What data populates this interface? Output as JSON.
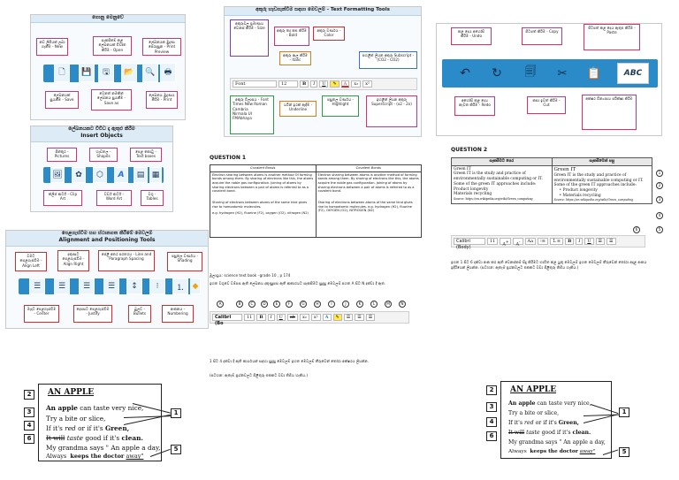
{
  "file_panel": {
    "title": "ගොනු මෙනුවේ",
    "boxes": {
      "new": "නව ලිපියක් ලබා ගැනීම - New",
      "open": "සැකසීමේ කළ ලේඛනයක් විවෘත කිරීම - Open",
      "print_preview": "ලේඛනයක මුද්‍රණ පෙරදසුන - Print Preview",
      "save": "ලේඛනයක් සුරැකීම - Save",
      "save_as": "වෙනත් නමකින් ලේඛනය සුරැකීම - Save as",
      "print": "ලේඛනය මුද්‍රණය කිරීම - Print"
    },
    "icons": [
      "new-file-icon",
      "save-icon",
      "save-as-icon",
      "open-folder-icon",
      "print-preview-icon",
      "print-icon"
    ]
  },
  "text_panel": {
    "title": "අකුරු හැඩගැන්වීම සඳහා මෙවලම් - Text Formatting Tools",
    "boxes": {
      "size": "අකුරුවල ප්‍රමාණය වෙනස් කිරීම - Size",
      "bold": "අකුරු තද කළු කිරීම - Bold",
      "color": "අකුරු වර්ණය - Color",
      "italic": "අකුරු ඇල කිරීම - Italic",
      "subscript": "පහළින් ලියන අකුරු Subscript - (CO2 - CO2)",
      "font": "අකුරු විලාසය - Font",
      "underline": "යටින් ඉරක් ඇඳීම - Underline",
      "highlight": "පසුතල වර්ණය - Highlight",
      "superscript": "ඉහළින් ලියන අකුරු Superscript - (x2 - 2x)"
    },
    "ribbon": {
      "font": "Font",
      "size": "12",
      "bold": "B",
      "italic": "I",
      "underline": "U",
      "color": "A"
    },
    "fonts": [
      "Times New Roman",
      "Cambria",
      "Nirmala UI",
      "FMAbhaya"
    ]
  },
  "undo_panel": {
    "boxes": {
      "undo": "කළ දෙය අහෝසි කිරීම - Undo",
      "copy": "පිටපත් කිරීම - Copy",
      "paste": "පිටපත් කළ දෙය ඇතුළු කිරීම - Paste",
      "redo": "අහෝසි කළ දෙය නැවත කිරීම - Redo",
      "cut": "කපා ඉවත් කිරීම - Cut",
      "spell": "අක්ෂර වින්‍යාසය පරීක්ෂා කිරීම"
    },
    "icons": [
      "undo-icon",
      "redo-icon",
      "copy-icon",
      "cut-icon",
      "paste-icon",
      "spelling-icon"
    ],
    "spell_label": "ABC"
  },
  "insert_panel": {
    "title": "ලේඛනයකට විවිධ දෑ ඇතුළු කිරීම",
    "subtitle": "Insert Objects",
    "boxes": {
      "pictures": "පින්තූර - Pictures",
      "shapes": "හැඩතල - Shapes",
      "text_boxes": "පෙළ කොටු - Text boxes",
      "clip_art": "ක්ලිප් ආර්ට් - Clip Art",
      "word_art": "වර්ඩ් ආර්ට් - Word Art",
      "tables": "වගු - Tables"
    }
  },
  "align_panel": {
    "title": "පෙළගැස්වීම සහ ස්ථානගත කිරීමේ මෙවලම්",
    "subtitle": "Alignment and Positioning Tools",
    "boxes": {
      "left": "වමට පෙළගැස්වීම - Align Left",
      "right": "දකුණට පෙළගැස්වීම - Align Right",
      "spacing": "පේළි අතර පරතරය - Line and Paragraph Spacing",
      "shading": "පසුතල වර්ණය - Shading",
      "center": "මැදට පෙළගැස්වීම - Center",
      "justify": "දෙපසට පෙළගැස්වීම - Justify",
      "bullets": "බුලට් - Bullets",
      "numbering": "අංකනය - Numbering"
    }
  },
  "question1": {
    "heading": "QUESTION 1",
    "headers": [
      "Covalent Bonds",
      "Covalent Bonds"
    ],
    "left": "Electron sharing between atoms is another method Of forming bonds among them. By sharing of electrons like this, the atoms acquire the noble gas configuration. Joining of atoms by sharing electrons between a pair of atoms is referred to as a covalent bond.",
    "left2": "Sharing of electrons between atoms of the same kind gives rise to homoatomic molecules.",
    "left3": "e.g. hydrogen (H2), fluorine (F2), oxygen (O2), nitrogen (N2)",
    "right": "Electron sharing between atoms is another method of forming bonds among them. By sharing of electrons like this, the atoms acquire the noble gas configuration. Joining of atoms by sharing electrons between a pair of atoms is referred to as a covalent bond.",
    "right2": "Sharing of electrons between atoms of the same kind gives rise to homoatomic molecules. e.g. hydrogen (H2), fluorine (F2), OXYGEN (O2), NITROGEN (N2)",
    "source": "මූලාශ්‍රය: science text book –grade 10 , p 174",
    "instruction": "ඉහත වගුවේ වම්පස ඇති ලේඛනය දකුණුපස ඇති ආකාරයට සැකසීමට සුදුසු මෙවලම් පහත A සිට N දක්වා දී ඇත.",
    "ribbon_font": "Calibri (Bo",
    "ribbon_size": "11",
    "letters": [
      "A",
      "B",
      "C",
      "D",
      "E",
      "F",
      "G",
      "H",
      "I",
      "J",
      "K",
      "L",
      "M",
      "N"
    ],
    "answer": "1 සිට 4 දක්වා දී ඇති කාර්යයන් සඳහා සුදුසු මෙවලම් ඉහත මෙවලම් තීරුවෙන් තෝරා අක්ෂරය ලියන්න.",
    "note": "(සටහන: ඇතැම් ප්‍රශ්නවලට පිළිතුරු එකකට වඩා තිබිය හැකිය.)"
  },
  "question2": {
    "heading": "QUESTION 2",
    "col_left": "සැකසීමට පෙර",
    "col_right": "සැකසීමෙන් පසු",
    "title": "Green IT",
    "body": "Green IT is the study and practice of environmentally sustainable computing or IT.",
    "body2": "Some of the green IT approaches include:",
    "item1": "Product longevity",
    "item2": "Materials recycling",
    "source": "Source: https://en.wikipedia.org/wiki/Green_computing",
    "ribbon_font": "Calibri (Body)",
    "ribbon_size": "11",
    "marks": [
      "1",
      "2",
      "3",
      "4",
      "5",
      "6"
    ],
    "instruction": "ඉහත 1 සිට 6 දක්වා අංක කර ඇති වෙනස්කම් සිදු කිරීමට භාවිත කළ යුතු මෙවලම් ඉහත මෙවලම් තීරුවෙන් තෝරා අදාළ අංකය ඉදිරියෙන් ලියන්න. (සටහන: ඇතැම් ප්‍රශ්නවලට එකකට වඩා පිළිතුරු තිබිය හැකිය.)"
  },
  "apple_left": {
    "title": "AN APPLE",
    "l1a": "An apple",
    "l1b": "can taste very nice,",
    "l2": "Try a bite or slice,",
    "l3a": "If it's",
    "l3b": "red",
    "l3c": "or if it's",
    "l3d": "Green,",
    "l4a": "It will",
    "l4b": "taste",
    "l4c": "good if it's",
    "l4d": "clean.",
    "l5": "My grandma says \" An apple a day,",
    "l6a": "Always",
    "l6b": "keeps the doctor",
    "l6c": "away\"",
    "nums": [
      "2",
      "3",
      "4",
      "6",
      "1",
      "5"
    ]
  },
  "apple_right": {
    "title": "AN APPLE",
    "l1a": "An apple",
    "l1b": "can taste very nice,",
    "l2": "Try a bite or slice,",
    "l3a": "If it's",
    "l3b": "red",
    "l3c": "or if it's",
    "l3d": "Green,",
    "l4a": "It will",
    "l4b": "taste",
    "l4c": "good if it's",
    "l4d": "clean.",
    "l5": "My grandma says \" An apple a day,",
    "l6a": "Always",
    "l6b": "keeps the doctor",
    "l6c": "away\"",
    "nums": [
      "2",
      "3",
      "4",
      "6",
      "1",
      "5"
    ]
  }
}
